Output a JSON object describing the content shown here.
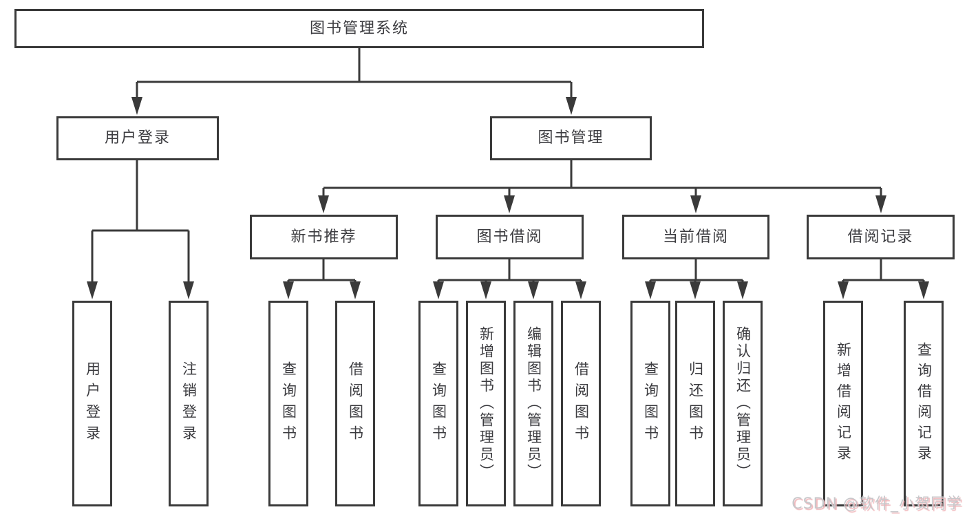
{
  "tree": {
    "label": "图书管理系统",
    "children": [
      {
        "label": "用户登录",
        "children": [
          {
            "label": "用户登录"
          },
          {
            "label": "注销登录"
          }
        ]
      },
      {
        "label": "图书管理",
        "children": [
          {
            "label": "新书推荐",
            "children": [
              {
                "label": "查询图书"
              },
              {
                "label": "借阅图书"
              }
            ]
          },
          {
            "label": "图书借阅",
            "children": [
              {
                "label": "查询图书"
              },
              {
                "label": "新增图书（管理员）"
              },
              {
                "label": "编辑图书（管理员）"
              },
              {
                "label": "借阅图书"
              }
            ]
          },
          {
            "label": "当前借阅",
            "children": [
              {
                "label": "查询图书"
              },
              {
                "label": "归还图书"
              },
              {
                "label": "确认归还（管理员）"
              }
            ]
          },
          {
            "label": "借阅记录",
            "children": [
              {
                "label": "新增借阅记录"
              },
              {
                "label": "查询借阅记录"
              }
            ]
          }
        ]
      }
    ]
  },
  "watermark": {
    "text": "CSDN @软件_小贺同学"
  },
  "colors": {
    "line": "#3a3a3a",
    "text": "#3c3c40",
    "background": "#ffffff",
    "watermark_gray": "#c8c8cb",
    "watermark_shadow": "#f0b6ba"
  }
}
